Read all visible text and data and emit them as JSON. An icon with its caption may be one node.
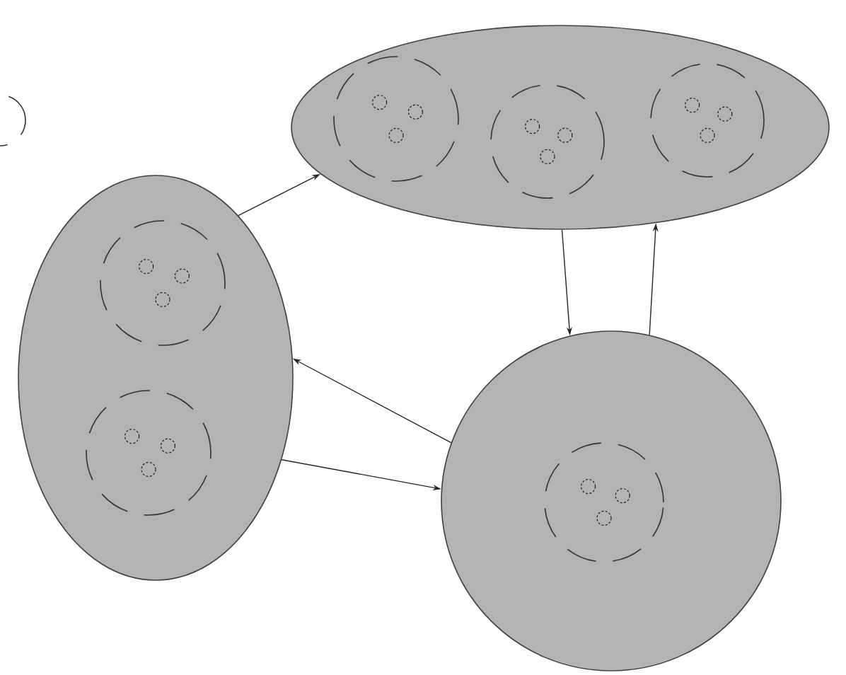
{
  "diagram": {
    "nodes": [
      {
        "text": [],
        "shape": "circle"
      },
      {
        "text": [],
        "shape": "ellipse"
      },
      {
        "text": [],
        "shape": "circle",
        "in": 1
      },
      {
        "text": [],
        "shape": "circle",
        "in": 1
      },
      {
        "text": [],
        "shape": "circle",
        "in": 1
      },
      {
        "text": [],
        "shape": "ellipse"
      },
      {
        "text": [],
        "shape": "circle",
        "in": 5
      },
      {
        "text": [],
        "shape": "circle",
        "in": 5
      },
      {
        "text": [],
        "shape": "circle"
      },
      {
        "text": [],
        "shape": "circle",
        "in": 8
      }
    ],
    "edges": [
      {
        "from": 5,
        "to": 1,
        "arrow": "to"
      },
      {
        "from": 1,
        "to": 8,
        "arrow": "to"
      },
      {
        "from": 8,
        "to": 1,
        "arrow": "to"
      },
      {
        "from": 8,
        "to": 5,
        "arrow": "to"
      },
      {
        "from": 5,
        "to": 8,
        "arrow": "to"
      }
    ]
  }
}
